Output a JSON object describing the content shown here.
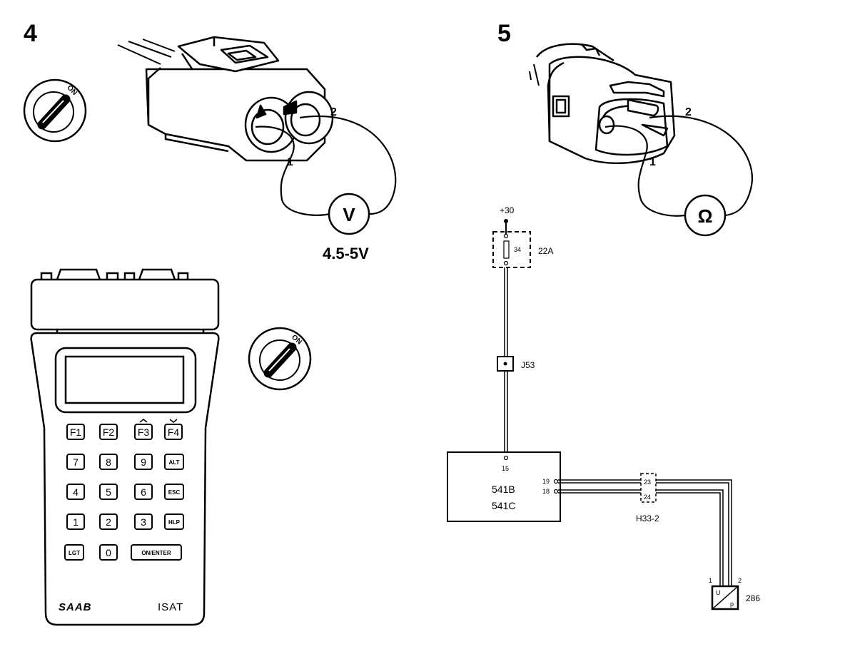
{
  "step4": {
    "label": "4",
    "meter_symbol": "V",
    "reading": "4.5-5V",
    "pin1": "1",
    "pin2": "2",
    "ignition_on": "ON"
  },
  "step5": {
    "label": "5",
    "meter_symbol": "Ω",
    "pin1": "1",
    "pin2": "2"
  },
  "tester": {
    "brand": "SAAB",
    "model": "ISAT",
    "ignition_on": "ON",
    "keys": {
      "f1": "F1",
      "f2": "F2",
      "f3": "F3",
      "f4": "F4",
      "k7": "7",
      "k8": "8",
      "k9": "9",
      "alt": "ALT",
      "k4": "4",
      "k5": "5",
      "k6": "6",
      "esc": "ESC",
      "k1": "1",
      "k2": "2",
      "k3": "3",
      "hlp": "HLP",
      "lgt": "LGT",
      "k0": "0",
      "enter": "ON/ENTER"
    }
  },
  "schematic": {
    "supply": "+30",
    "fuse_number": "34",
    "fuse_box": "22A",
    "splice": "J53",
    "ecu_pin_15": "15",
    "ecu_line1": "541B",
    "ecu_line2": "541C",
    "ecu_pin_19": "19",
    "ecu_pin_18": "18",
    "connector_pin_23": "23",
    "connector_pin_24": "24",
    "connector": "H33-2",
    "sensor_pin1": "1",
    "sensor_pin2": "2",
    "sensor_u": "U",
    "sensor_p": "p",
    "sensor": "286"
  }
}
